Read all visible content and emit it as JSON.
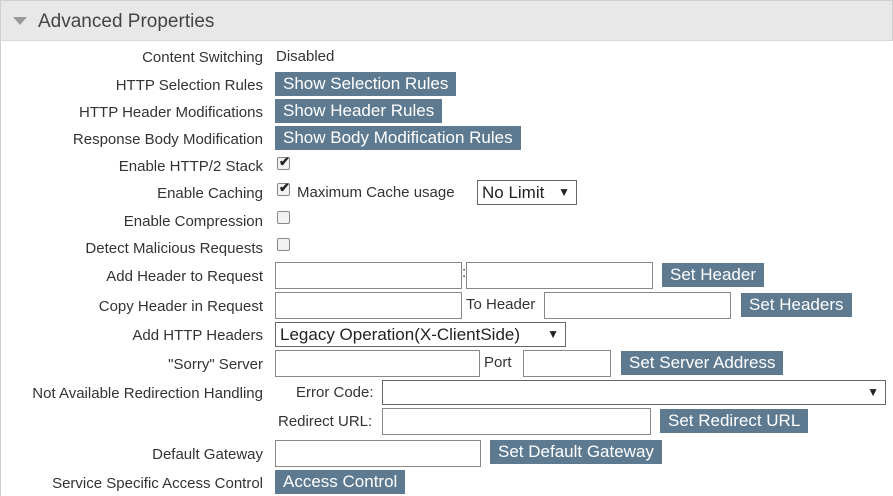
{
  "panel": {
    "title": "Advanced Properties"
  },
  "rows": {
    "content_switching": {
      "label": "Content Switching",
      "value": "Disabled"
    },
    "http_selection_rules": {
      "label": "HTTP Selection Rules",
      "button": "Show Selection Rules"
    },
    "http_header_mods": {
      "label": "HTTP Header Modifications",
      "button": "Show Header Rules"
    },
    "response_body_mod": {
      "label": "Response Body Modification",
      "button": "Show Body Modification Rules"
    },
    "enable_http2": {
      "label": "Enable HTTP/2 Stack",
      "checked": true
    },
    "enable_caching": {
      "label": "Enable Caching",
      "checked": true,
      "cache_label": "Maximum Cache usage",
      "cache_value": "No Limit"
    },
    "enable_compression": {
      "label": "Enable Compression",
      "checked": false
    },
    "detect_malicious": {
      "label": "Detect Malicious Requests",
      "checked": false
    },
    "add_header_request": {
      "label": "Add Header to Request",
      "separator": ":",
      "button": "Set Header"
    },
    "copy_header_request": {
      "label": "Copy Header in Request",
      "to_header": "To Header",
      "button": "Set Headers"
    },
    "add_http_headers": {
      "label": "Add HTTP Headers",
      "value": "Legacy Operation(X-ClientSide)"
    },
    "sorry_server": {
      "label": "\"Sorry\" Server",
      "port_label": "Port",
      "button": "Set Server Address"
    },
    "not_available": {
      "label": "Not Available Redirection Handling",
      "error_code_label": "Error Code:",
      "error_code_value": "",
      "redirect_label": "Redirect URL:",
      "button": "Set Redirect URL"
    },
    "default_gateway": {
      "label": "Default Gateway",
      "button": "Set Default Gateway"
    },
    "access_control": {
      "label": "Service Specific Access Control",
      "button": "Access Control"
    }
  },
  "icons": {
    "collapse": "triangle-down-icon",
    "dropdown": "dropdown-arrow-icon",
    "check": "checkmark-icon"
  }
}
